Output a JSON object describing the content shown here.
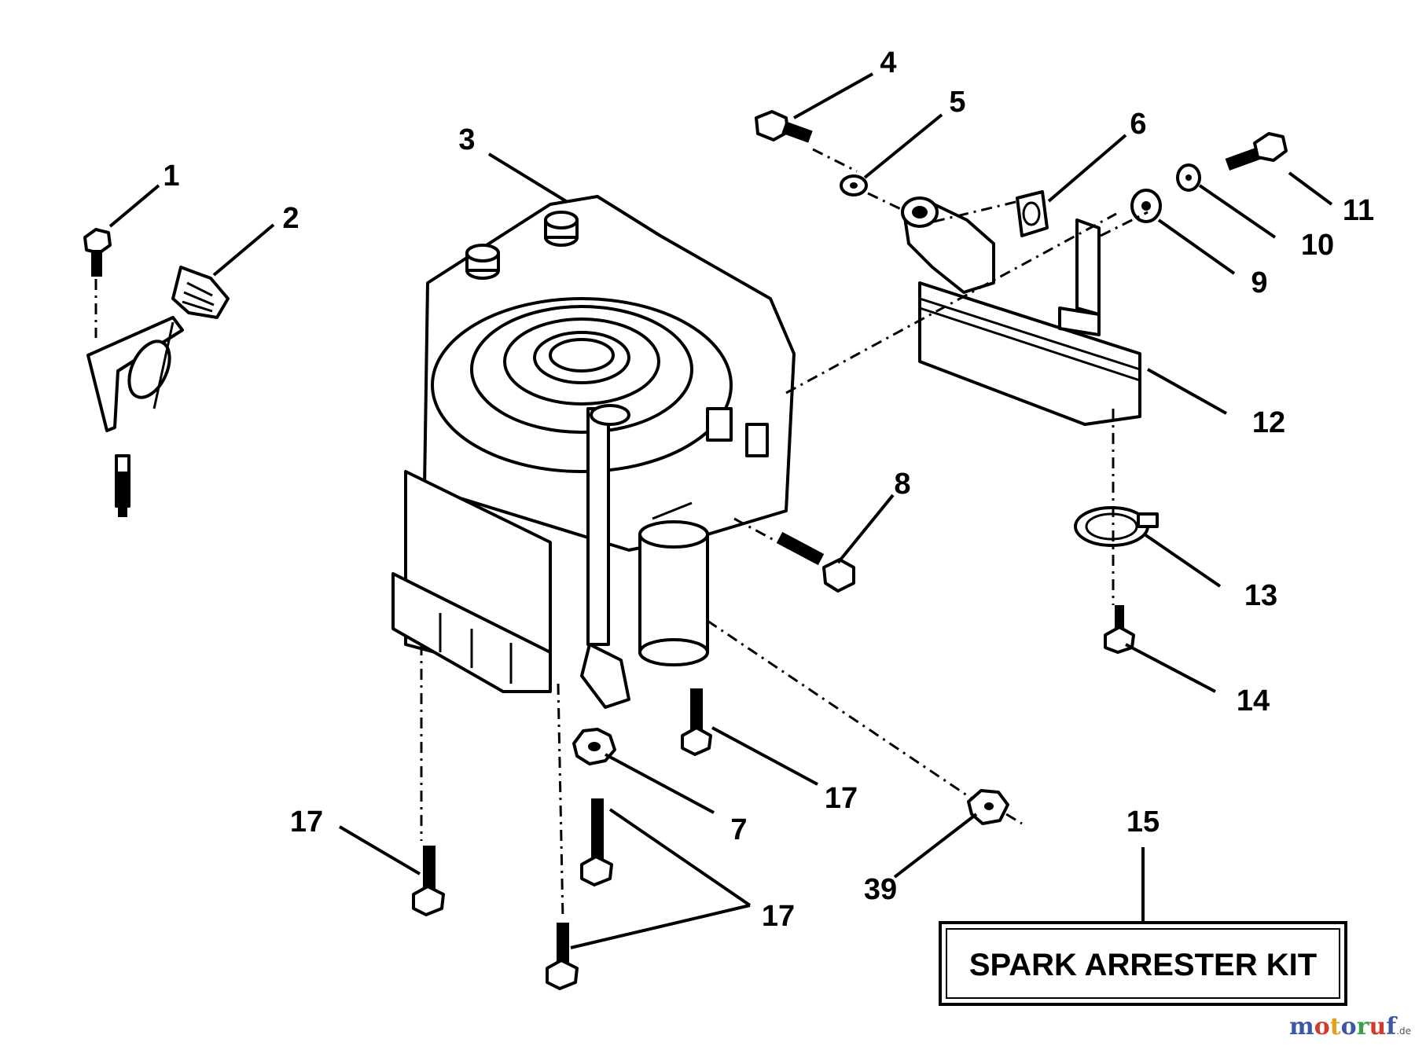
{
  "callouts": {
    "c1": "1",
    "c2": "2",
    "c3": "3",
    "c4": "4",
    "c5": "5",
    "c6": "6",
    "c7": "7",
    "c8": "8",
    "c9": "9",
    "c10": "10",
    "c11": "11",
    "c12": "12",
    "c13": "13",
    "c14": "14",
    "c15": "15",
    "c17a": "17",
    "c17b": "17",
    "c17c": "17",
    "c39": "39"
  },
  "kit_label": "SPARK ARRESTER KIT",
  "watermark": {
    "letters": [
      "m",
      "o",
      "t",
      "o",
      "r",
      "u",
      "f"
    ],
    "letter_colors": [
      "#3a57a8",
      "#d23a2a",
      "#e0a21c",
      "#3a57a8",
      "#3aa04a",
      "#d23a2a",
      "#3a57a8"
    ],
    "suffix": ".de"
  }
}
